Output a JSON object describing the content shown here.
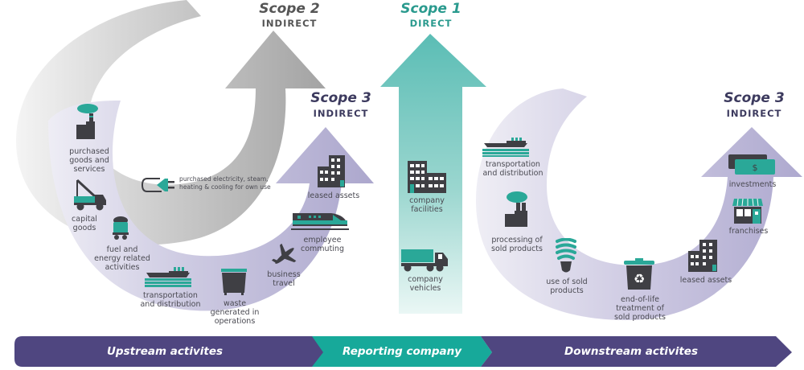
{
  "colors": {
    "scope1_teal": "#5bbdb5",
    "scope2_gray": "#a8a8a8",
    "scope3_lavender": "#b7b3d4",
    "icon_dark": "#3f3f44",
    "icon_teal": "#2aa898",
    "band_purple": "#4f4680",
    "band_teal": "#17a99a",
    "scope1_text": "#2a9a8e",
    "scope2_text": "#555555",
    "scope3_text": "#3c3a5e"
  },
  "scopes": {
    "scope2": {
      "title": "Scope 2",
      "subtitle": "INDIRECT"
    },
    "scope1": {
      "title": "Scope 1",
      "subtitle": "DIRECT"
    },
    "scope3_upstream": {
      "title": "Scope 3",
      "subtitle": "INDIRECT"
    },
    "scope3_downstream": {
      "title": "Scope 3",
      "subtitle": "INDIRECT"
    }
  },
  "scope2_items": [
    {
      "icon": "plug-icon",
      "label_line1": "purchased electricity, steam,",
      "label_line2": "heating & cooling for own use"
    }
  ],
  "upstream_items": [
    {
      "icon": "factory-icon",
      "label": "purchased goods and services"
    },
    {
      "icon": "crane-truck-icon",
      "label": "capital goods"
    },
    {
      "icon": "fuel-cart-icon",
      "label": "fuel and energy related activities"
    },
    {
      "icon": "ship-icon",
      "label": "transportation and distribution"
    },
    {
      "icon": "dumpster-icon",
      "label": "waste generated in operations"
    },
    {
      "icon": "airplane-icon",
      "label": "business travel"
    },
    {
      "icon": "train-icon",
      "label": "employee commuting"
    },
    {
      "icon": "building-icon",
      "label": "leased assets"
    }
  ],
  "direct_items": [
    {
      "icon": "building-icon",
      "label": "company facilities"
    },
    {
      "icon": "truck-icon",
      "label": "company vehicles"
    }
  ],
  "downstream_items": [
    {
      "icon": "ship-icon",
      "label": "transportation and distribution"
    },
    {
      "icon": "factory-icon",
      "label": "processing of sold products"
    },
    {
      "icon": "light-bulb-icon",
      "label": "use of sold products"
    },
    {
      "icon": "recycle-bin-icon",
      "label": "end-of-life treatment of sold products"
    },
    {
      "icon": "building-icon",
      "label": "leased assets"
    },
    {
      "icon": "storefront-icon",
      "label": "franchises"
    },
    {
      "icon": "money-icon",
      "label": "investments"
    }
  ],
  "labels": {
    "up_purchased": [
      "purchased",
      "goods and",
      "services"
    ],
    "up_capital": [
      "capital",
      "goods"
    ],
    "up_fuel": [
      "fuel and",
      "energy related",
      "activities"
    ],
    "up_transport": [
      "transportation",
      "and distribution"
    ],
    "up_waste": [
      "waste",
      "generated in",
      "operations"
    ],
    "up_travel": [
      "business",
      "travel"
    ],
    "up_commute": [
      "employee",
      "commuting"
    ],
    "up_leased": [
      "leased assets"
    ],
    "dir_facilities": [
      "company",
      "facilities"
    ],
    "dir_vehicles": [
      "company",
      "vehicles"
    ],
    "dn_transport": [
      "transportation",
      "and distribution"
    ],
    "dn_processing": [
      "processing of",
      "sold products"
    ],
    "dn_use": [
      "use of sold",
      "products"
    ],
    "dn_eol": [
      "end-of-life",
      "treatment of",
      "sold products"
    ],
    "dn_leased": [
      "leased assets"
    ],
    "dn_franchises": [
      "franchises"
    ],
    "dn_investments": [
      "investments"
    ],
    "money_symbol": "$"
  },
  "bottom_band": {
    "upstream": "Upstream activites",
    "reporting": "Reporting company",
    "downstream": "Downstream activites"
  }
}
